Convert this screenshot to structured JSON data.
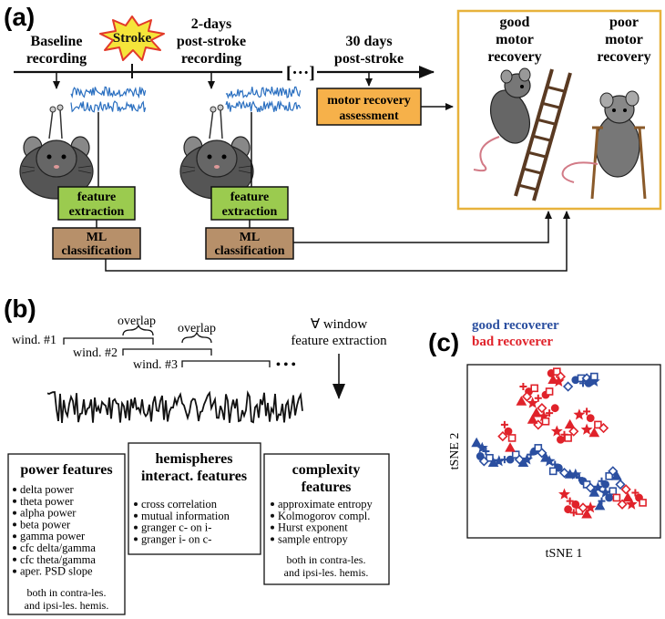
{
  "panel_a": {
    "label": "(a)",
    "baseline": [
      "Baseline",
      "recording"
    ],
    "stroke": "Stroke",
    "post2": [
      "2-days",
      "post-stroke",
      "recording"
    ],
    "ellipsis": "[···]",
    "post30": [
      "30 days",
      "post-stroke"
    ],
    "assessment": [
      "motor recovery",
      "assessment"
    ],
    "feature1": [
      "feature",
      "extraction"
    ],
    "feature2": [
      "feature",
      "extraction"
    ],
    "ml1": [
      "ML",
      "classification"
    ],
    "ml2": [
      "ML",
      "classification"
    ],
    "good": [
      "good",
      "motor",
      "recovery"
    ],
    "poor": [
      "poor",
      "motor",
      "recovery"
    ]
  },
  "panel_b": {
    "label": "(b)",
    "overlap1": "overlap",
    "overlap2": "overlap",
    "wind1": "wind. #1",
    "wind2": "wind. #2",
    "wind3": "wind. #3",
    "dots": "• • •",
    "forall": [
      "∀ window",
      "feature extraction"
    ],
    "power": {
      "title": "power features",
      "items": [
        "delta power",
        "theta power",
        "alpha power",
        "beta power",
        "gamma power",
        "cfc delta/gamma",
        "cfc theta/gamma",
        "aper. PSD slope"
      ],
      "note": [
        "both in contra-les.",
        "and ipsi-les. hemis."
      ]
    },
    "hemi": {
      "title": [
        "hemispheres",
        "interact. features"
      ],
      "items": [
        "cross correlation",
        "mutual information",
        "granger c- on i-",
        "granger i- on c-"
      ]
    },
    "complexity": {
      "title": [
        "complexity",
        "features"
      ],
      "items": [
        "approximate entropy",
        "Kolmogorov compl.",
        "Hurst exponent",
        "sample entropy"
      ],
      "note": [
        "both in contra-les.",
        "and ipsi-les. hemis."
      ]
    }
  },
  "panel_c": {
    "label": "(c)",
    "legend_good": "good recoverer",
    "legend_bad": "bad recoverer",
    "xlabel": "tSNE 1",
    "ylabel": "tSNE 2",
    "colors": {
      "good": "#2b4fa0",
      "bad": "#e0222a"
    }
  },
  "colors": {
    "green_box": "#9bcb4f",
    "brown_box": "#b7906a",
    "orange_box": "#f6b14a",
    "gold_frame": "#e7b23c",
    "eeg_blue": "#2a6fc0",
    "stroke_star": "#f5e53a",
    "stroke_edge": "#e23a2a"
  },
  "chart_data": {
    "type": "scatter",
    "title": "",
    "xlabel": "tSNE 1",
    "ylabel": "tSNE 2",
    "series": [
      {
        "name": "good recoverer",
        "points": [
          [
            0.56,
            0.93
          ],
          [
            0.59,
            0.94
          ],
          [
            0.62,
            0.94
          ],
          [
            0.64,
            0.93
          ],
          [
            0.66,
            0.92
          ],
          [
            0.6,
            0.91
          ],
          [
            0.63,
            0.91
          ],
          [
            0.66,
            0.95
          ],
          [
            0.52,
            0.89
          ],
          [
            0.03,
            0.55
          ],
          [
            0.06,
            0.52
          ],
          [
            0.08,
            0.5
          ],
          [
            0.05,
            0.47
          ],
          [
            0.1,
            0.46
          ],
          [
            0.07,
            0.44
          ],
          [
            0.12,
            0.43
          ],
          [
            0.15,
            0.44
          ],
          [
            0.18,
            0.45
          ],
          [
            0.21,
            0.45
          ],
          [
            0.24,
            0.48
          ],
          [
            0.26,
            0.45
          ],
          [
            0.28,
            0.43
          ],
          [
            0.3,
            0.45
          ],
          [
            0.32,
            0.48
          ],
          [
            0.34,
            0.5
          ],
          [
            0.36,
            0.52
          ],
          [
            0.38,
            0.49
          ],
          [
            0.4,
            0.46
          ],
          [
            0.42,
            0.44
          ],
          [
            0.45,
            0.42
          ],
          [
            0.47,
            0.4
          ],
          [
            0.44,
            0.38
          ],
          [
            0.5,
            0.37
          ],
          [
            0.53,
            0.36
          ],
          [
            0.56,
            0.36
          ],
          [
            0.58,
            0.34
          ],
          [
            0.6,
            0.32
          ],
          [
            0.62,
            0.3
          ],
          [
            0.64,
            0.28
          ],
          [
            0.66,
            0.25
          ],
          [
            0.68,
            0.28
          ],
          [
            0.7,
            0.32
          ],
          [
            0.72,
            0.3
          ],
          [
            0.74,
            0.35
          ],
          [
            0.76,
            0.38
          ],
          [
            0.78,
            0.35
          ],
          [
            0.72,
            0.25
          ],
          [
            0.7,
            0.2
          ],
          [
            0.74,
            0.22
          ],
          [
            0.76,
            0.26
          ],
          [
            0.8,
            0.3
          ],
          [
            0.69,
            0.17
          ]
        ]
      },
      {
        "name": "bad recoverer",
        "points": [
          [
            0.43,
            0.97
          ],
          [
            0.46,
            0.98
          ],
          [
            0.48,
            0.95
          ],
          [
            0.44,
            0.93
          ],
          [
            0.47,
            0.92
          ],
          [
            0.28,
            0.89
          ],
          [
            0.31,
            0.86
          ],
          [
            0.34,
            0.88
          ],
          [
            0.3,
            0.83
          ],
          [
            0.27,
            0.8
          ],
          [
            0.33,
            0.79
          ],
          [
            0.36,
            0.82
          ],
          [
            0.4,
            0.84
          ],
          [
            0.42,
            0.86
          ],
          [
            0.38,
            0.76
          ],
          [
            0.35,
            0.73
          ],
          [
            0.39,
            0.71
          ],
          [
            0.42,
            0.73
          ],
          [
            0.45,
            0.76
          ],
          [
            0.4,
            0.68
          ],
          [
            0.36,
            0.66
          ],
          [
            0.33,
            0.69
          ],
          [
            0.46,
            0.62
          ],
          [
            0.5,
            0.6
          ],
          [
            0.48,
            0.57
          ],
          [
            0.52,
            0.58
          ],
          [
            0.55,
            0.62
          ],
          [
            0.53,
            0.66
          ],
          [
            0.58,
            0.72
          ],
          [
            0.62,
            0.74
          ],
          [
            0.64,
            0.7
          ],
          [
            0.68,
            0.66
          ],
          [
            0.71,
            0.64
          ],
          [
            0.66,
            0.61
          ],
          [
            0.62,
            0.63
          ],
          [
            0.18,
            0.66
          ],
          [
            0.2,
            0.62
          ],
          [
            0.22,
            0.58
          ],
          [
            0.17,
            0.59
          ],
          [
            0.21,
            0.52
          ],
          [
            0.5,
            0.24
          ],
          [
            0.53,
            0.2
          ],
          [
            0.56,
            0.18
          ],
          [
            0.58,
            0.14
          ],
          [
            0.6,
            0.16
          ],
          [
            0.62,
            0.12
          ],
          [
            0.64,
            0.16
          ],
          [
            0.55,
            0.13
          ],
          [
            0.52,
            0.15
          ],
          [
            0.78,
            0.22
          ],
          [
            0.81,
            0.18
          ],
          [
            0.84,
            0.22
          ],
          [
            0.86,
            0.18
          ],
          [
            0.88,
            0.25
          ],
          [
            0.9,
            0.22
          ],
          [
            0.92,
            0.19
          ],
          [
            0.83,
            0.27
          ]
        ]
      }
    ]
  }
}
